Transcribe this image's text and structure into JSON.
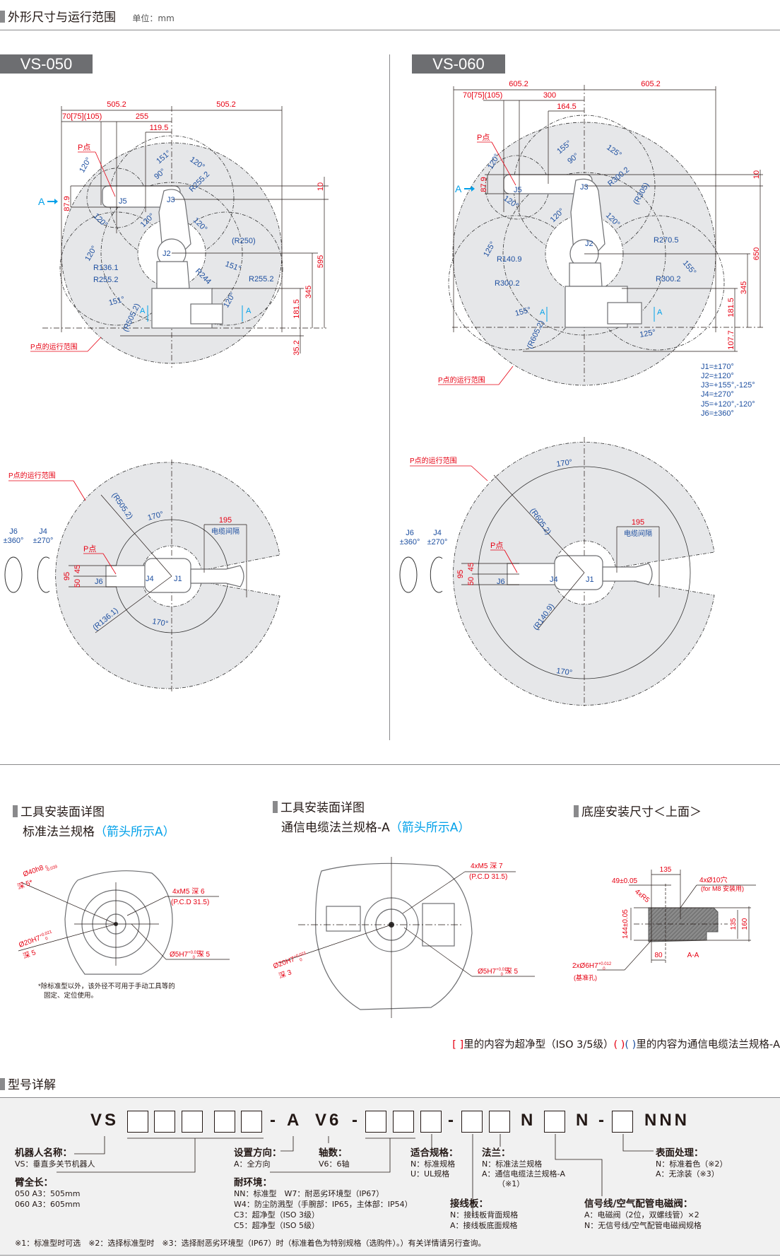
{
  "header": {
    "title": "外形尺寸与运行范围",
    "unit": "单位：mm"
  },
  "vs050": {
    "badge": "VS-050",
    "side": {
      "dims": [
        "505.2",
        "505.2",
        "70[75](105)",
        "255",
        "119.5",
        "87.9",
        "10",
        "595",
        "345",
        "181.5",
        "35.2"
      ],
      "angles": [
        "151°",
        "120°",
        "90°",
        "R255.2",
        "120°",
        "120°",
        "120°",
        "120°",
        "(R250)",
        "120°",
        "R136.1",
        "R255.2",
        "151°",
        "R255.2",
        "R244",
        "151°",
        "120°",
        "(R505.2)"
      ],
      "joints": [
        "J3",
        "J5",
        "J2"
      ],
      "p_point": "P点",
      "range_label": "P点的运行范围",
      "section_a": [
        "A",
        "A",
        "A"
      ]
    },
    "plan": {
      "range_label": "P点的运行范围",
      "radius": "(R505.2)",
      "inner_radius": "(R136.1)",
      "angle_top": "170°",
      "angle_bottom": "170°",
      "cable_dim": "195",
      "cable_label": "电缆间隔",
      "j6": "J6",
      "j6_range": "±360°",
      "j4": "J4",
      "j4_range": "±270°",
      "p_point": "P点",
      "dim_95": "95",
      "dim_50": "50",
      "dim_45": "45",
      "joints": [
        "J6",
        "J4",
        "J1"
      ]
    }
  },
  "vs060": {
    "badge": "VS-060",
    "side": {
      "dims": [
        "605.2",
        "605.2",
        "70[75](105)",
        "300",
        "164.5",
        "87.9",
        "10",
        "650",
        "345",
        "181.5",
        "107.7"
      ],
      "angles": [
        "155°",
        "125°",
        "90°",
        "R300.2",
        "120°",
        "120°",
        "(R305)",
        "120°",
        "120°",
        "R270.5",
        "125°",
        "R140.9",
        "155°",
        "R300.2",
        "R300.2",
        "155°",
        "125°",
        "(R605.2)"
      ],
      "joints": [
        "J3",
        "J5",
        "J2"
      ],
      "p_point": "P点",
      "range_label": "P点的运行范围",
      "section_a": [
        "A",
        "A",
        "A"
      ]
    },
    "joint_ranges": [
      "J1=±170°",
      "J2=±120°",
      "J3=+155°,-125°",
      "J4=±270°",
      "J5=+120°,-120°",
      "J6=±360°"
    ],
    "plan": {
      "range_label": "P点的运行范围",
      "radius": "(R605.2)",
      "inner_radius": "(R140.9)",
      "angle_top": "170°",
      "angle_bottom": "170°",
      "cable_dim": "195",
      "cable_label": "电缆间隔",
      "j6": "J6",
      "j6_range": "±360°",
      "j4": "J4",
      "j4_range": "±270°",
      "p_point": "P点",
      "dim_95": "95",
      "dim_50": "50",
      "dim_45": "45",
      "joints": [
        "J6",
        "J4",
        "J1"
      ]
    }
  },
  "tool_std": {
    "title": "工具安装面详图",
    "subtitle": "标准法兰规格",
    "arrow_note": "（箭头所示A）",
    "callouts": [
      "Ø40h8",
      "0",
      "-0.039",
      "深 5*",
      "4xM5 深 6",
      "(P.C.D 31.5)",
      "Ø20H7",
      "+0.021",
      "0",
      "深 5",
      "Ø5H7",
      "+0.012",
      "0",
      "深 5"
    ],
    "note_lines": [
      "*除标准型以外，该外径不可用于手动工具等的",
      "固定、定位使用。"
    ]
  },
  "tool_cable": {
    "title": "工具安装面详图",
    "subtitle": "通信电缆法兰规格-A",
    "arrow_note": "（箭头所示A）",
    "callouts": [
      "4xM5 深 7",
      "(P.C.D 31.5)",
      "Ø20H7",
      "+0.021",
      "0",
      "深 3",
      "Ø5H7",
      "+0.012",
      "0",
      "深 5"
    ]
  },
  "base": {
    "title": "底座安装尺寸＜上面＞",
    "callouts": [
      "135",
      "49±0.05",
      "4xR5",
      "4xØ10穴",
      "(for M8 安装用)",
      "144±0.05",
      "135",
      "160",
      "80",
      "A-A",
      "2xØ6H7",
      "+0.012",
      "0",
      "(基准孔)"
    ]
  },
  "legend_note": {
    "red_brackets": "[ ]",
    "text1": "里的内容为超净型（ISO 3/5级）",
    "red_parens": "( )",
    "blue_parens": "( )",
    "text2": "里的内容为通信电缆法兰规格-A"
  },
  "model": {
    "title": "型号详解",
    "code": {
      "prefix": "VS",
      "dash": "-",
      "a": "A",
      "v6": "V6",
      "n1": "N",
      "n2": "N",
      "nnn": "NNN"
    },
    "groups": {
      "robot_name": {
        "label": "机器人名称：",
        "items": [
          "VS：垂直多关节机器人"
        ]
      },
      "arm_length": {
        "label": "臂全长：",
        "items": [
          "050 A3：505mm",
          "060 A3：605mm"
        ]
      },
      "direction": {
        "label": "设置方向：",
        "items": [
          "A：全方向"
        ]
      },
      "axes": {
        "label": "轴数：",
        "items": [
          "V6：6轴"
        ]
      },
      "environment": {
        "label": "耐环境：",
        "items": [
          "NN：标准型　W7：耐恶劣环境型（IP67）",
          "W4：防尘防溅型（手腕部：IP65，主体部：IP54）",
          "C3：超净型（ISO 3级）",
          "C5：超净型（ISO 5级）"
        ]
      },
      "standard": {
        "label": "适合规格：",
        "items": [
          "N：标准规格",
          "U：UL规格"
        ]
      },
      "flange": {
        "label": "法兰：",
        "items": [
          "N：标准法兰规格",
          "A：通信电缆法兰规格-A",
          "（※1）"
        ]
      },
      "terminal": {
        "label": "接线板：",
        "items": [
          "N：接线板背面规格",
          "A：接线板底面规格"
        ]
      },
      "valve": {
        "label": "信号线/空气配管电磁阀：",
        "items": [
          "A：电磁阀（2位，双螺线管）×2",
          "N：无信号线/空气配管电磁阀规格"
        ]
      },
      "surface": {
        "label": "表面处理：",
        "items": [
          "N：标准着色（※2）",
          "A：无涂装（※3）"
        ]
      }
    },
    "footnote": "※1：标准型时可选　※2：选择标准型时　※3：选择耐恶劣环境型（IP67）时（标准着色为特别规格（选购件）。）有关详情请另行查询。"
  },
  "colors": {
    "dimension_red": "#e60012",
    "angle_blue": "#1d4fa0",
    "accent_cyan": "#00a0e9",
    "range_gray": "#e6e7e9"
  }
}
